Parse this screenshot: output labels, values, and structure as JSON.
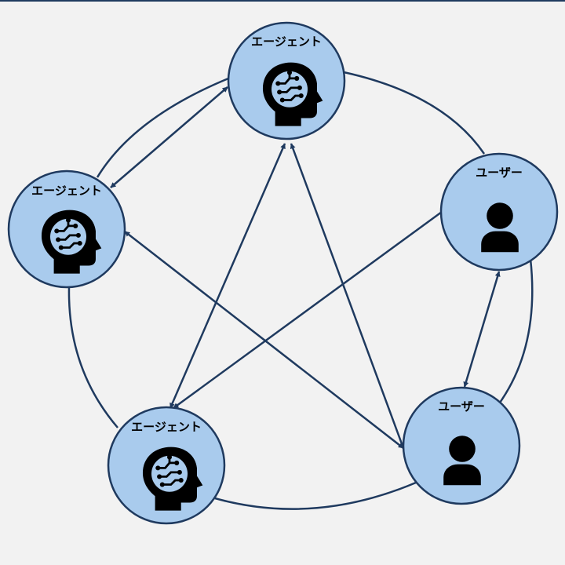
{
  "colors": {
    "background": "#f2f2f2",
    "node_fill": "#a9cbed",
    "stroke": "#1f3a5f",
    "icon": "#000000"
  },
  "nodes": [
    {
      "id": "agent-top",
      "label": "エージェント",
      "kind": "agent",
      "icon": "brain-head-icon"
    },
    {
      "id": "agent-left",
      "label": "エージェント",
      "kind": "agent",
      "icon": "brain-head-icon"
    },
    {
      "id": "agent-bottom-left",
      "label": "エージェント",
      "kind": "agent",
      "icon": "brain-head-icon"
    },
    {
      "id": "user-right",
      "label": "ユーザー",
      "kind": "user",
      "icon": "person-icon"
    },
    {
      "id": "user-bottom-right",
      "label": "ユーザー",
      "kind": "user",
      "icon": "person-icon"
    }
  ],
  "edges": [
    {
      "from": "agent-top",
      "to": "agent-left",
      "arrows": "both"
    },
    {
      "from": "agent-top",
      "to": "agent-bottom-left",
      "arrows": "both"
    },
    {
      "from": "agent-top",
      "to": "user-bottom-right",
      "arrows": "both"
    },
    {
      "from": "agent-left",
      "to": "user-bottom-right",
      "arrows": "both"
    },
    {
      "from": "user-right",
      "to": "agent-bottom-left",
      "arrows": "end"
    },
    {
      "from": "user-right",
      "to": "user-bottom-right",
      "arrows": "both"
    }
  ]
}
